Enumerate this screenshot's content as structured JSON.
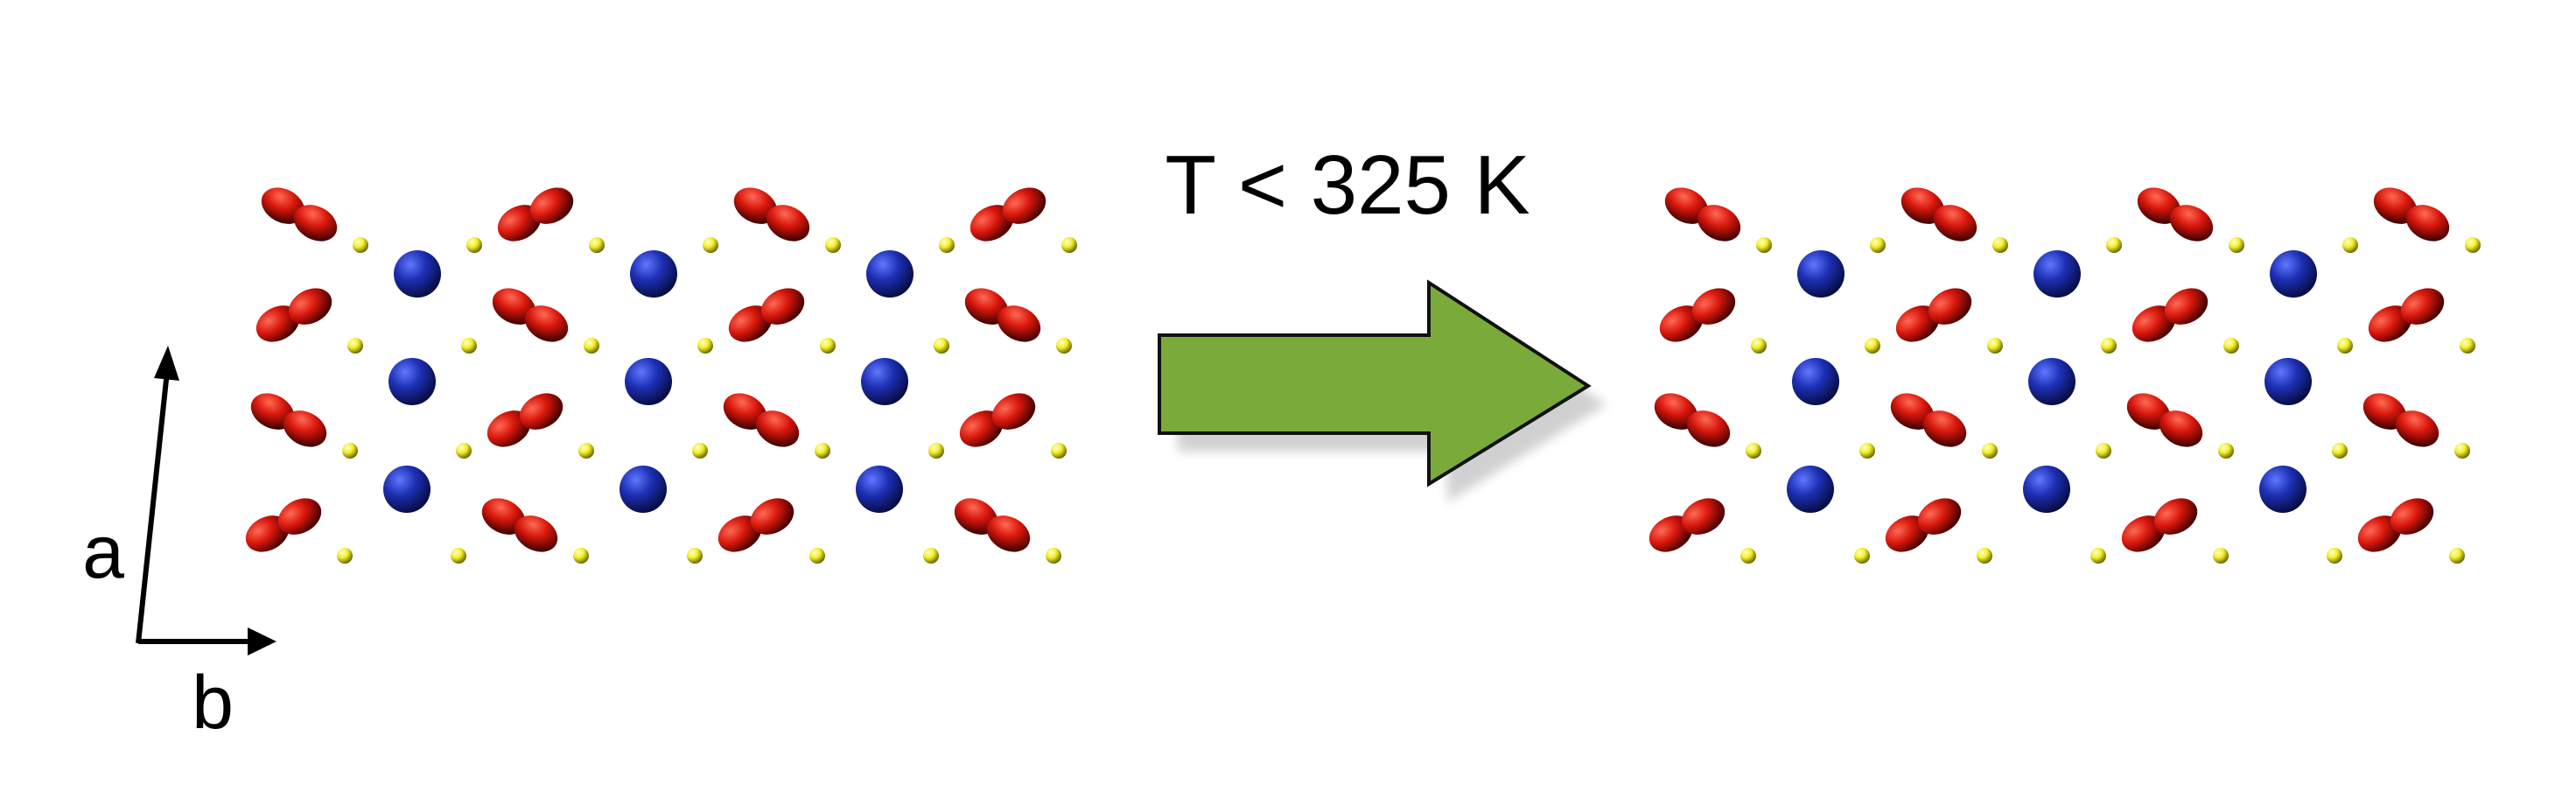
{
  "transition_label": "T < 325 K",
  "axes": {
    "a_label": "a",
    "b_label": "b"
  },
  "colors": {
    "orbital_lobe": "#d8170c",
    "orbital_lobe_dark": "#3a0000",
    "blue_atom": "#1d2fb3",
    "blue_atom_dark": "#040a3a",
    "yellow_atom": "#f2ef2a",
    "yellow_atom_dark": "#5e5a00",
    "arrow_fill": "#7aab3a",
    "arrow_stroke": "#111111",
    "text": "#000000"
  },
  "lattice": {
    "rows": 4,
    "blue_columns": 3,
    "left_panel": {
      "orbital_order": "alternating"
    },
    "right_panel": {
      "orbital_order": "alternating-shifted"
    }
  }
}
